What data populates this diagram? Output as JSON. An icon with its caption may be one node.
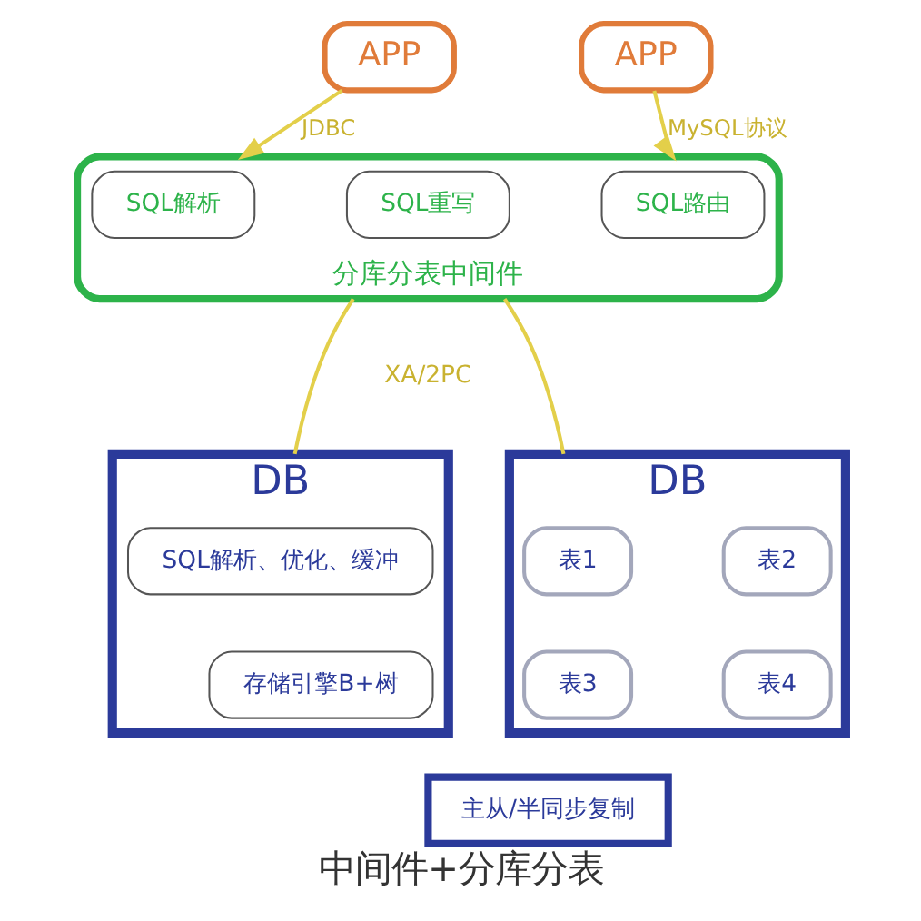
{
  "diagram": {
    "caption": "中间件+分库分表",
    "nodes": [
      {
        "text": [
          "APP"
        ]
      },
      {
        "text": [
          "APP"
        ]
      },
      {
        "text": [
          "分库分表中间件"
        ]
      },
      {
        "text": [
          "SQL解析"
        ],
        "in": 2
      },
      {
        "text": [
          "SQL重写"
        ],
        "in": 2
      },
      {
        "text": [
          "SQL路由"
        ],
        "in": 2
      },
      {
        "text": [
          "DB"
        ]
      },
      {
        "text": [
          "SQL解析、优化、缓冲"
        ],
        "in": 6
      },
      {
        "text": [
          "存储引擎B+树"
        ],
        "in": 6
      },
      {
        "text": [
          "DB"
        ]
      },
      {
        "text": [
          "表1"
        ],
        "in": 9
      },
      {
        "text": [
          "表2"
        ],
        "in": 9
      },
      {
        "text": [
          "表3"
        ],
        "in": 9
      },
      {
        "text": [
          "表4"
        ],
        "in": 9
      },
      {
        "text": [
          "主从/半同步复制"
        ]
      }
    ],
    "edges": [
      {
        "from": 0,
        "to": 2,
        "arrow": "to",
        "label": "JDBC"
      },
      {
        "from": 1,
        "to": 2,
        "arrow": "to",
        "label": "MySQL协议"
      },
      {
        "from": 2,
        "to": 6,
        "arrow": "none"
      },
      {
        "from": 2,
        "to": 9,
        "arrow": "none"
      }
    ],
    "labels": [
      "XA/2PC"
    ]
  }
}
